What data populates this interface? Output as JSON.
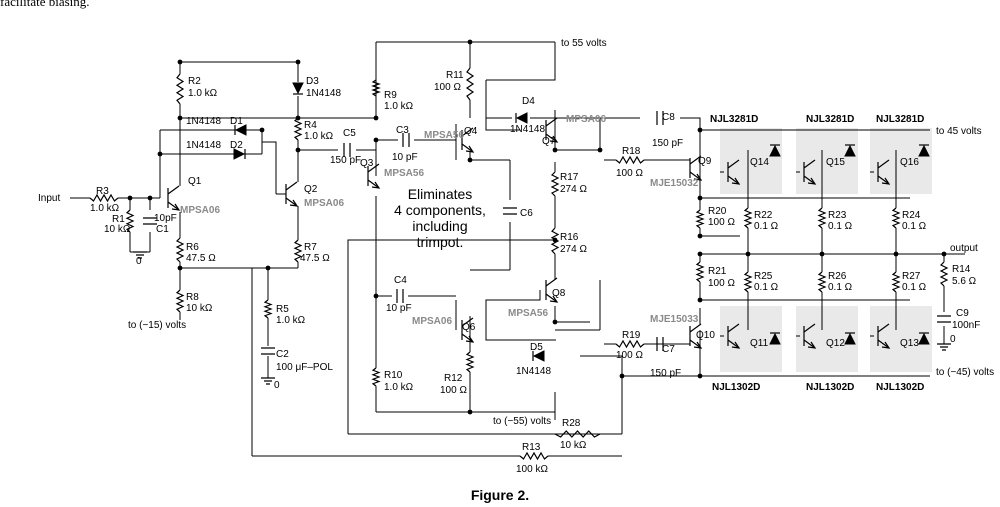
{
  "top_caption": "facilitate biasing.",
  "figure_caption": "Figure 2.",
  "annotation": [
    "Eliminates",
    "4 components,",
    "including",
    "trimpot."
  ],
  "rails": {
    "pos55": "to 55 volts",
    "neg55": "to (−55) volts",
    "pos45": "to 45 volts",
    "neg45": "to (−45) volts",
    "neg15": "to (−15) volts",
    "input": "Input",
    "output": "output"
  },
  "resistors": {
    "R1": [
      "R1",
      "10 kΩ"
    ],
    "R2": [
      "R2",
      "1.0 kΩ"
    ],
    "R3": [
      "R3",
      "1.0 kΩ"
    ],
    "R4": [
      "R4",
      "1.0 kΩ"
    ],
    "R5": [
      "R5",
      "1.0 kΩ"
    ],
    "R6": [
      "R6",
      "47.5 Ω"
    ],
    "R7": [
      "R7",
      "47.5 Ω"
    ],
    "R8": [
      "R8",
      "10 kΩ"
    ],
    "R9": [
      "R9",
      "1.0 kΩ"
    ],
    "R10": [
      "R10",
      "1.0 kΩ"
    ],
    "R11": [
      "R11",
      "100 Ω"
    ],
    "R12": [
      "R12",
      "100 Ω"
    ],
    "R13": [
      "R13",
      "100 kΩ"
    ],
    "R14": [
      "R14",
      "5.6 Ω"
    ],
    "R16": [
      "R16",
      "274 Ω"
    ],
    "R17": [
      "R17",
      "274 Ω"
    ],
    "R18": [
      "R18",
      "100 Ω"
    ],
    "R19": [
      "R19",
      "100 Ω"
    ],
    "R20": [
      "R20",
      "100 Ω"
    ],
    "R21": [
      "R21",
      "100 Ω"
    ],
    "R22": [
      "R22",
      "0.1 Ω"
    ],
    "R23": [
      "R23",
      "0.1 Ω"
    ],
    "R24": [
      "R24",
      "0.1 Ω"
    ],
    "R25": [
      "R25",
      "0.1 Ω"
    ],
    "R26": [
      "R26",
      "0.1 Ω"
    ],
    "R27": [
      "R27",
      "0.1 Ω"
    ],
    "R28": [
      "R28",
      "10 kΩ"
    ]
  },
  "capacitors": {
    "C1": [
      "C1",
      ""
    ],
    "C1v": [
      "",
      "10pF"
    ],
    "C2": [
      "C2",
      "100 μF–POL"
    ],
    "C3": [
      "C3",
      "10 pF"
    ],
    "C4": [
      "C4",
      "10 pF"
    ],
    "C5": [
      "C5",
      "150 pF"
    ],
    "C6": [
      "C6",
      ""
    ],
    "C7": [
      "C7",
      "150 pF"
    ],
    "C8": [
      "C8",
      "150 pF"
    ],
    "C9": [
      "C9",
      "100nF"
    ]
  },
  "diodes": {
    "D1": [
      "D1",
      "1N4148"
    ],
    "D2": [
      "D2",
      "1N4148"
    ],
    "D3": [
      "D3",
      "1N4148"
    ],
    "D4": [
      "D4",
      "1N4148"
    ],
    "D5": [
      "D5",
      "1N4148"
    ]
  },
  "transistors": {
    "Q1": [
      "Q1",
      "MPSA06"
    ],
    "Q2": [
      "Q2",
      "MPSA06"
    ],
    "Q3": [
      "Q3",
      "MPSA56"
    ],
    "Q4": [
      "Q4",
      "MPSA56"
    ],
    "Q6": [
      "Q6",
      "MPSA06"
    ],
    "Q7": [
      "Q7",
      "MPSA06"
    ],
    "Q8": [
      "Q8",
      "MPSA56"
    ],
    "Q9": [
      "Q9",
      "MJE15032"
    ],
    "Q10": [
      "Q10",
      "MJE15033"
    ],
    "Q11": [
      "Q11",
      "NJL1302D"
    ],
    "Q12": [
      "Q12",
      "NJL1302D"
    ],
    "Q13": [
      "Q13",
      "NJL1302D"
    ],
    "Q14": [
      "Q14",
      "NJL3281D"
    ],
    "Q15": [
      "Q15",
      "NJL3281D"
    ],
    "Q16": [
      "Q16",
      "NJL3281D"
    ]
  },
  "grounds": {
    "g1": "0",
    "g2": "0",
    "g3": "0"
  }
}
